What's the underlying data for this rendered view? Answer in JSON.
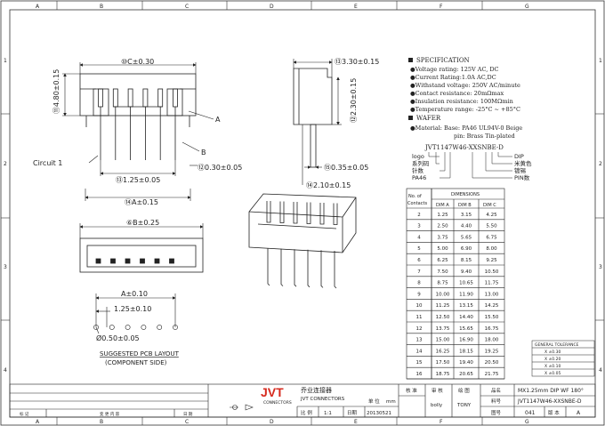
{
  "border": {
    "columns": [
      "A",
      "B",
      "C",
      "D",
      "E",
      "F",
      "G"
    ],
    "rows": [
      "1",
      "2",
      "3",
      "4"
    ]
  },
  "dims": {
    "c_width": "⑩C±0.30",
    "b_body": "⑥B±0.25",
    "a_pitch_total": "⑭A±0.15",
    "pitch": "⑬1.25±0.05",
    "pin_width": "⑫0.30±0.05",
    "height_left": "⑪4.80±0.15",
    "depth": "⑬3.30±0.15",
    "height_right": "⑫2.30±0.15",
    "pin_depth": "⑮0.35±0.05",
    "pin_len": "⑭2.10±0.15",
    "pcb_a": "A±0.10",
    "pcb_pitch": "1.25±0.10",
    "pcb_hole": "Ø0.50±0.05",
    "label_a": "A",
    "label_b": "B",
    "circuit": "Circuit 1"
  },
  "pcb_layout": {
    "title": "SUGGESTED PCB LAYOUT",
    "subtitle": "(COMPONENT SIDE)"
  },
  "specification": {
    "title": "SPECIFICATION",
    "lines": [
      "●Voltage rating: 125V AC, DC",
      "●Current Rating:1.0A AC,DC",
      "●Withstand voltage: 250V AC/minute",
      "●Contact resistance: 20mΩmax",
      "●Insulation resistance: 100MΩmin",
      "●Temperature range: -25°C ~ +85°C"
    ]
  },
  "wafer": {
    "title": "WAFER",
    "line1": "●Material: Base: PA46 UL94V-0 Beige",
    "line2": "pin: Brass Tin-plated"
  },
  "part_code": {
    "code": "JVT1147W46-XXSNBE-D",
    "left_labels": [
      "logo",
      "系列码",
      "针数",
      "PA46"
    ],
    "right_labels": [
      "DIP",
      "米黄色",
      "镀锡",
      "PIN数"
    ]
  },
  "table": {
    "head_no": "No. of Contacts",
    "head_group": "DIMENSIONS",
    "head_cols": [
      "DIM A",
      "DIM B",
      "DIM C"
    ],
    "rows": [
      [
        "2",
        "1.25",
        "3.15",
        "4.25"
      ],
      [
        "3",
        "2.50",
        "4.40",
        "5.50"
      ],
      [
        "4",
        "3.75",
        "5.65",
        "6.75"
      ],
      [
        "5",
        "5.00",
        "6.90",
        "8.00"
      ],
      [
        "6",
        "6.25",
        "8.15",
        "9.25"
      ],
      [
        "7",
        "7.50",
        "9.40",
        "10.50"
      ],
      [
        "8",
        "8.75",
        "10.65",
        "11.75"
      ],
      [
        "9",
        "10.00",
        "11.90",
        "13.00"
      ],
      [
        "10",
        "11.25",
        "13.15",
        "14.25"
      ],
      [
        "11",
        "12.50",
        "14.40",
        "15.50"
      ],
      [
        "12",
        "13.75",
        "15.65",
        "16.75"
      ],
      [
        "13",
        "15.00",
        "16.90",
        "18.00"
      ],
      [
        "14",
        "16.25",
        "18.15",
        "19.25"
      ],
      [
        "15",
        "17.50",
        "19.40",
        "20.50"
      ],
      [
        "16",
        "18.75",
        "20.65",
        "21.75"
      ]
    ]
  },
  "tolerance": {
    "title": "GENERAL TOLERANCE",
    "rows": [
      "X  ±0.30",
      "X  ±0.20",
      "X  ±0.10",
      "X  ±0.05"
    ]
  },
  "title_block": {
    "logo": "JVT",
    "company_cn": "乔业连接器",
    "company_en": "JVT CONNECTORS",
    "connectors_sub": "CONNECTORS",
    "approve": "核 准",
    "checker": "审 核",
    "drawer": "绘 图",
    "checker_name": "bolly",
    "drawer_name": "TONY",
    "date_label": "日期",
    "ratio_label": "比 例",
    "ratio": "1:1",
    "date": "20130521",
    "unit_label": "单 位",
    "unit": "mm",
    "name_label": "品名",
    "name": "MX1.25mm DIP WF 180°",
    "part_label": "料号",
    "part": "JVT1147W46-XXSNBE-D",
    "dwg_label": "图号",
    "dwg": "041",
    "ver_label": "版 本",
    "ver": "A",
    "rev_cols": [
      "标 记",
      "变 更 内 容",
      "日 期"
    ]
  }
}
